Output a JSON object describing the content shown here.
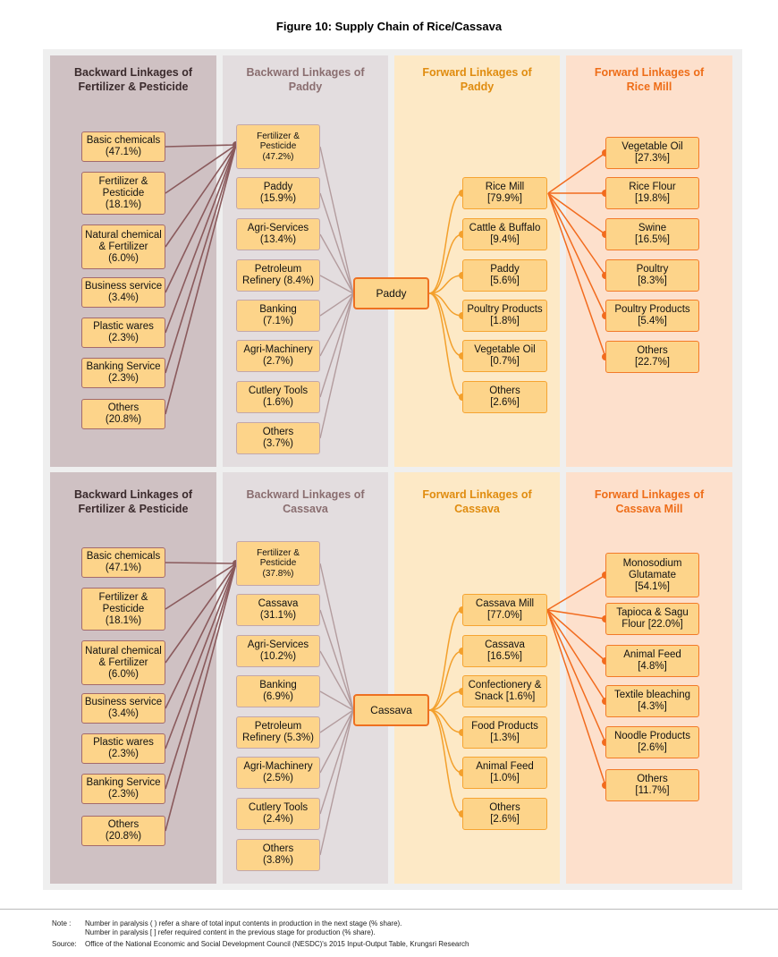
{
  "title": "Figure 10: Supply Chain of Rice/Cassava",
  "sections": [
    {
      "headers": {
        "a": "Backward Linkages of\nFertilizer & Pesticide",
        "b": "Backward Linkages of\nPaddy",
        "c": "Forward Linkages of\nPaddy",
        "d": "Forward Linkages of\nRice Mill"
      },
      "col_a": [
        "Basic chemicals\n(47.1%)",
        "Fertilizer &\nPesticide\n(18.1%)",
        "Natural chemical\n& Fertilizer\n(6.0%)",
        "Business service\n(3.4%)",
        "Plastic wares\n(2.3%)",
        "Banking Service\n(2.3%)",
        "Others\n(20.8%)"
      ],
      "col_b": [
        "Fertilizer &\nPesticide\n(47.2%)",
        "Paddy\n(15.9%)",
        "Agri-Services\n(13.4%)",
        "Petroleum\nRefinery (8.4%)",
        "Banking\n(7.1%)",
        "Agri-Machinery\n(2.7%)",
        "Cutlery Tools\n(1.6%)",
        "Others\n(3.7%)"
      ],
      "center": "Paddy",
      "col_c": [
        "Rice Mill\n[79.9%]",
        "Cattle & Buffalo\n[9.4%]",
        "Paddy\n[5.6%]",
        "Poultry Products\n[1.8%]",
        "Vegetable Oil\n[0.7%]",
        "Others\n[2.6%]"
      ],
      "col_d": [
        "Vegetable Oil\n[27.3%]",
        "Rice Flour\n[19.8%]",
        "Swine\n[16.5%]",
        "Poultry\n[8.3%]",
        "Poultry Products\n[5.4%]",
        "Others\n[22.7%]"
      ]
    },
    {
      "headers": {
        "a": "Backward Linkages of\nFertilizer & Pesticide",
        "b": "Backward Linkages of\nCassava",
        "c": "Forward Linkages of\nCassava",
        "d": "Forward Linkages of\nCassava Mill"
      },
      "col_a": [
        "Basic chemicals\n(47.1%)",
        "Fertilizer &\nPesticide\n(18.1%)",
        "Natural chemical\n& Fertilizer\n(6.0%)",
        "Business service\n(3.4%)",
        "Plastic wares\n(2.3%)",
        "Banking Service\n(2.3%)",
        "Others\n(20.8%)"
      ],
      "col_b": [
        "Fertilizer &\nPesticide\n(37.8%)",
        "Cassava\n(31.1%)",
        "Agri-Services\n(10.2%)",
        "Banking\n(6.9%)",
        "Petroleum\nRefinery (5.3%)",
        "Agri-Machinery\n(2.5%)",
        "Cutlery Tools\n(2.4%)",
        "Others\n(3.8%)"
      ],
      "center": "Cassava",
      "col_c": [
        "Cassava Mill\n[77.0%]",
        "Cassava\n[16.5%]",
        "Confectionery &\nSnack [1.6%]",
        "Food Products\n[1.3%]",
        "Animal Feed\n[1.0%]",
        "Others\n[2.6%]"
      ],
      "col_d": [
        "Monosodium\nGlutamate\n[54.1%]",
        "Tapioca & Sagu\nFlour [22.0%]",
        "Animal Feed\n[4.8%]",
        "Textile bleaching\n[4.3%]",
        "Noodle Products\n[2.6%]",
        "Others\n[11.7%]"
      ]
    }
  ],
  "footer": {
    "note_label": "Note :",
    "note_line1": "Number in paralysis (  ) refer a share of total input contents in production in the next stage (% share).",
    "note_line2": "Number in paralysis [  ] refer required content in the previous stage for production (% share).",
    "source_label": "Source:",
    "source_text": "Office of the National Economic and Social Development Council (NESDC)'s 2015 Input-Output Table, Krungsri Research"
  },
  "colors": {
    "box_fill": "#fdd48a",
    "col_a_bg": "#cfc1c3",
    "col_b_bg": "#e3dddf",
    "col_c_bg": "#fde9c6",
    "col_d_bg": "#fde0cc",
    "back_line": "#8a5a5c",
    "back_line_light": "#b39c9e",
    "fwd_line_c": "#f3a02c",
    "fwd_line_d": "#f26b1e"
  }
}
